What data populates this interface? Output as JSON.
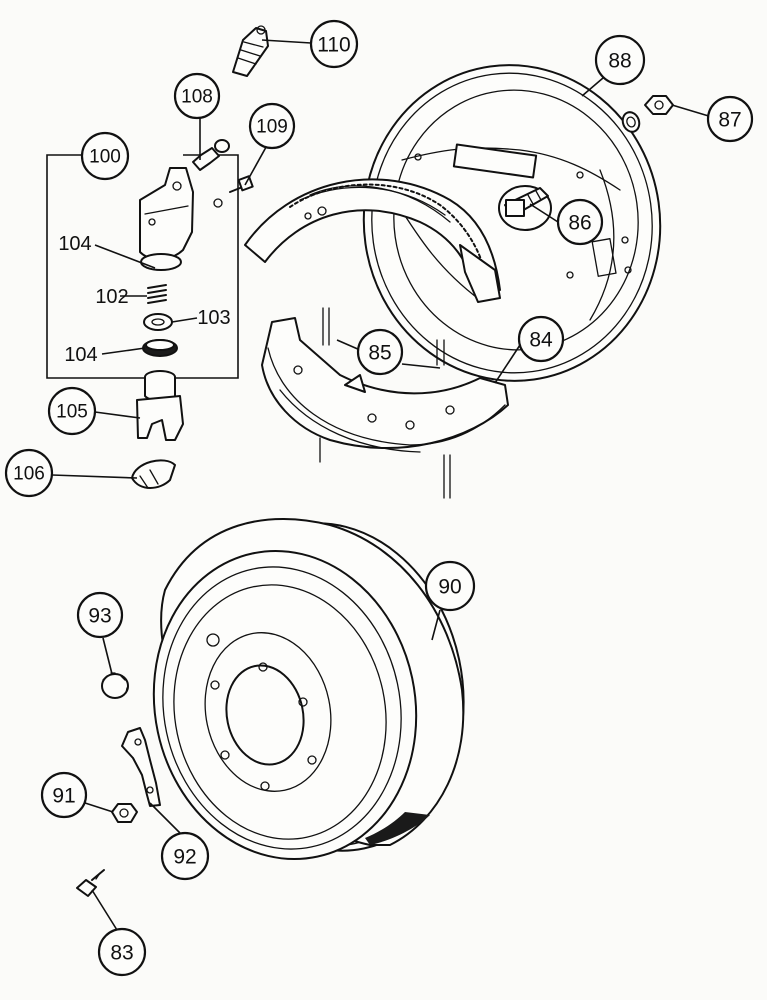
{
  "diagram": {
    "callouts": [
      {
        "id": "110",
        "text": "110"
      },
      {
        "id": "88",
        "text": "88"
      },
      {
        "id": "108",
        "text": "108"
      },
      {
        "id": "109",
        "text": "109"
      },
      {
        "id": "87",
        "text": "87"
      },
      {
        "id": "100",
        "text": "100"
      },
      {
        "id": "86",
        "text": "86"
      },
      {
        "id": "85",
        "text": "85"
      },
      {
        "id": "84",
        "text": "84"
      },
      {
        "id": "105",
        "text": "105"
      },
      {
        "id": "106",
        "text": "106"
      },
      {
        "id": "90",
        "text": "90"
      },
      {
        "id": "93",
        "text": "93"
      },
      {
        "id": "91",
        "text": "91"
      },
      {
        "id": "92",
        "text": "92"
      },
      {
        "id": "83",
        "text": "83"
      }
    ],
    "plain_labels": [
      {
        "id": "104a",
        "text": "104"
      },
      {
        "id": "102",
        "text": "102"
      },
      {
        "id": "103",
        "text": "103"
      },
      {
        "id": "104b",
        "text": "104"
      }
    ]
  }
}
